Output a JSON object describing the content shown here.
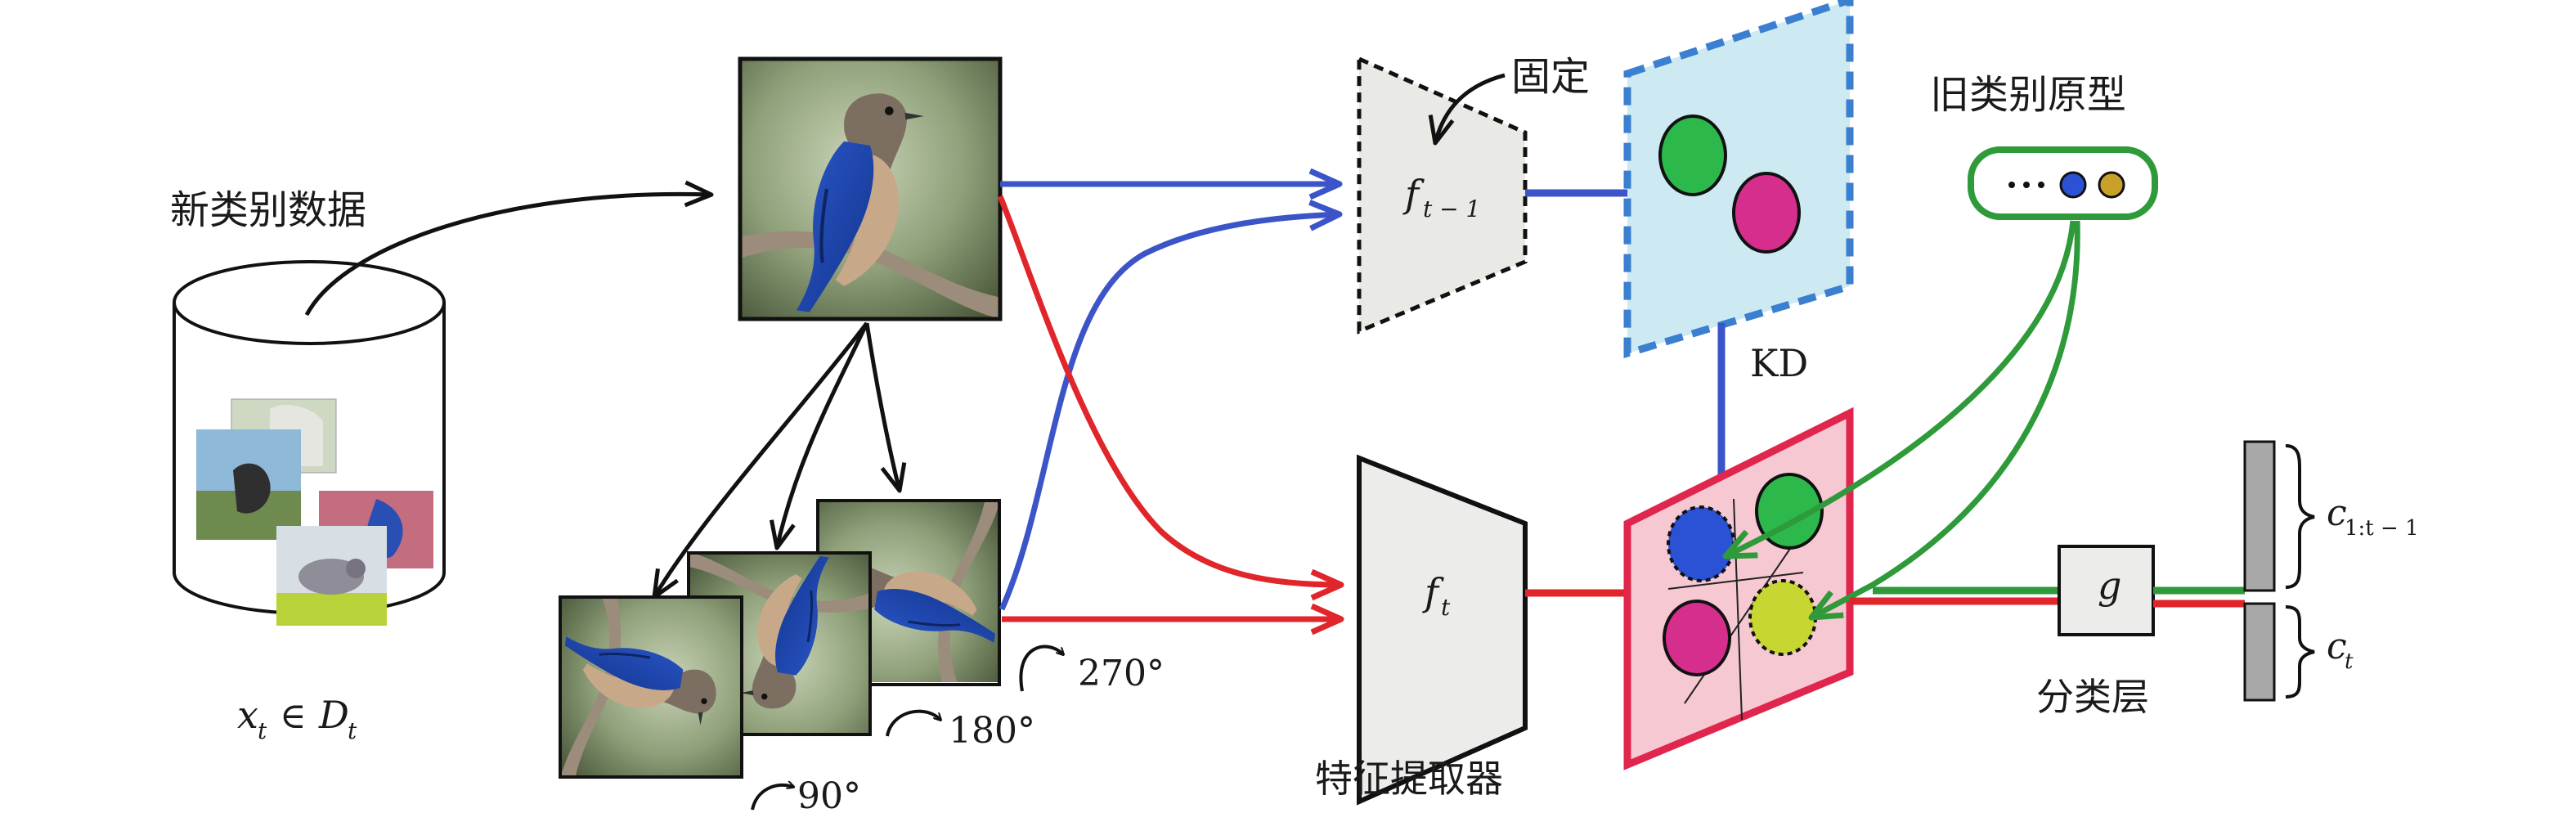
{
  "labels": {
    "new_class_data": "新类别数据",
    "dataset_formula": "x_t ∈ D_t",
    "fixed": "固定",
    "old_prototypes": "旧类别原型",
    "kd": "KD",
    "feature_extractor": "特征提取器",
    "classifier": "分类层",
    "rot_90": "90°",
    "rot_180": "180°",
    "rot_270": "270°",
    "prototype_dots": "···"
  },
  "models": {
    "old_model": {
      "name": "f",
      "subscript": "t − 1"
    },
    "new_model": {
      "name": "f",
      "subscript": "t"
    },
    "classifier_g": "g"
  },
  "outputs": {
    "old_classes": {
      "name": "c",
      "subscript": "1:t − 1"
    },
    "new_classes": {
      "name": "c",
      "subscript": "t"
    }
  },
  "colors": {
    "blue_path": "#3b55c8",
    "red_path": "#e0262b",
    "green_path": "#2e9a3a",
    "old_space_fill": "#cde9f2",
    "old_space_border": "#3b7fd0",
    "new_space_fill": "#f6c8d2",
    "new_space_border": "#e0264d",
    "box_fill": "#ececea"
  }
}
